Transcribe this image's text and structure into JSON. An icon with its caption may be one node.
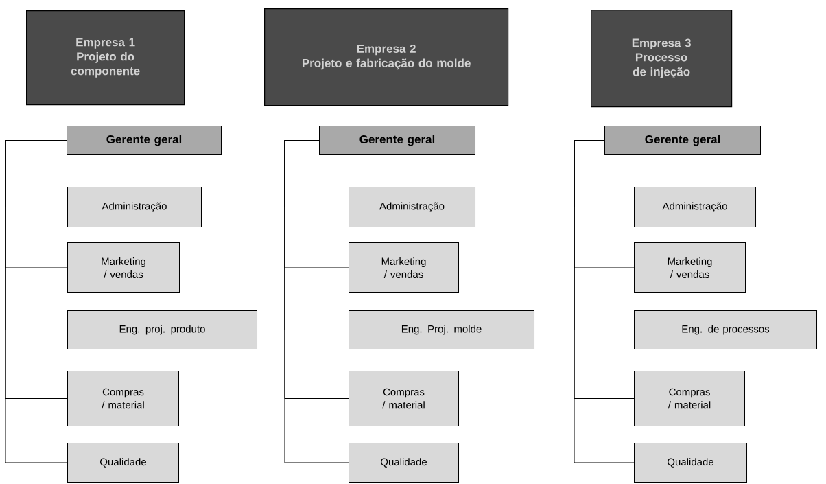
{
  "diagram": {
    "nodes": [
      {
        "text": [
          "Empresa 1",
          "Projeto do componente"
        ]
      },
      {
        "text": [
          "Gerente geral"
        ]
      },
      {
        "text": [
          "Administração"
        ]
      },
      {
        "text": [
          "Marketing / vendas"
        ]
      },
      {
        "text": [
          "Eng. proj. produto"
        ]
      },
      {
        "text": [
          "Compras / material"
        ]
      },
      {
        "text": [
          "Qualidade"
        ]
      },
      {
        "text": [
          "Empresa 2",
          "Projeto e fabricação do molde"
        ]
      },
      {
        "text": [
          "Gerente geral"
        ]
      },
      {
        "text": [
          "Administração"
        ]
      },
      {
        "text": [
          "Marketing / vendas"
        ]
      },
      {
        "text": [
          "Eng. Proj. molde"
        ]
      },
      {
        "text": [
          "Compras / material"
        ]
      },
      {
        "text": [
          "Qualidade"
        ]
      },
      {
        "text": [
          "Empresa 3",
          "Processo de injeção"
        ]
      },
      {
        "text": [
          "Gerente geral"
        ]
      },
      {
        "text": [
          "Administração"
        ]
      },
      {
        "text": [
          "Marketing / vendas"
        ]
      },
      {
        "text": [
          "Eng. de processos"
        ]
      },
      {
        "text": [
          "Compras / material"
        ]
      },
      {
        "text": [
          "Qualidade"
        ]
      }
    ],
    "edges": [
      {
        "from": 1,
        "to": 2,
        "arrow": "none"
      },
      {
        "from": 1,
        "to": 3,
        "arrow": "none"
      },
      {
        "from": 1,
        "to": 4,
        "arrow": "none"
      },
      {
        "from": 1,
        "to": 5,
        "arrow": "none"
      },
      {
        "from": 1,
        "to": 6,
        "arrow": "none"
      },
      {
        "from": 8,
        "to": 9,
        "arrow": "none"
      },
      {
        "from": 8,
        "to": 10,
        "arrow": "none"
      },
      {
        "from": 8,
        "to": 11,
        "arrow": "none"
      },
      {
        "from": 8,
        "to": 12,
        "arrow": "none"
      },
      {
        "from": 8,
        "to": 13,
        "arrow": "none"
      },
      {
        "from": 15,
        "to": 16,
        "arrow": "none"
      },
      {
        "from": 15,
        "to": 17,
        "arrow": "none"
      },
      {
        "from": 15,
        "to": 18,
        "arrow": "none"
      },
      {
        "from": 15,
        "to": 19,
        "arrow": "none"
      },
      {
        "from": 15,
        "to": 20,
        "arrow": "none"
      }
    ]
  }
}
